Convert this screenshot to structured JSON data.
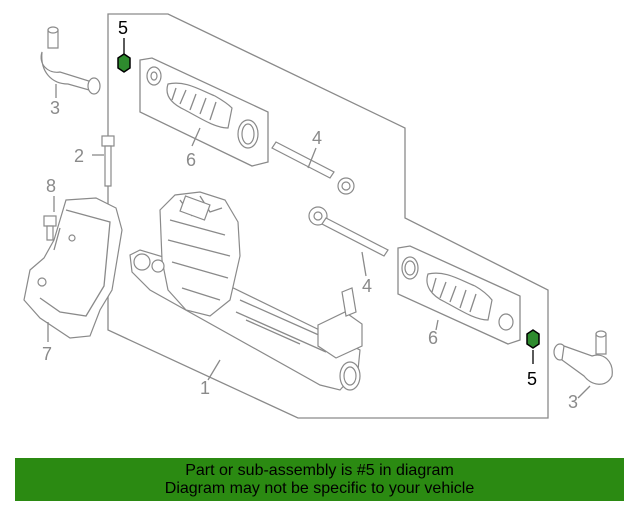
{
  "diagram": {
    "callouts": {
      "part1": "1",
      "part2": "2",
      "part3_left": "3",
      "part3_right": "3",
      "part4_upper": "4",
      "part4_lower": "4",
      "part5_left": "5",
      "part5_right": "5",
      "part6_left": "6",
      "part6_right": "6",
      "part7": "7",
      "part8": "8"
    },
    "highlight_color": "#2e8b2e"
  },
  "banner": {
    "line1": "Part or sub-assembly is #5 in diagram",
    "line2": "Diagram may not be specific to your vehicle",
    "background": "#2b8a12"
  }
}
